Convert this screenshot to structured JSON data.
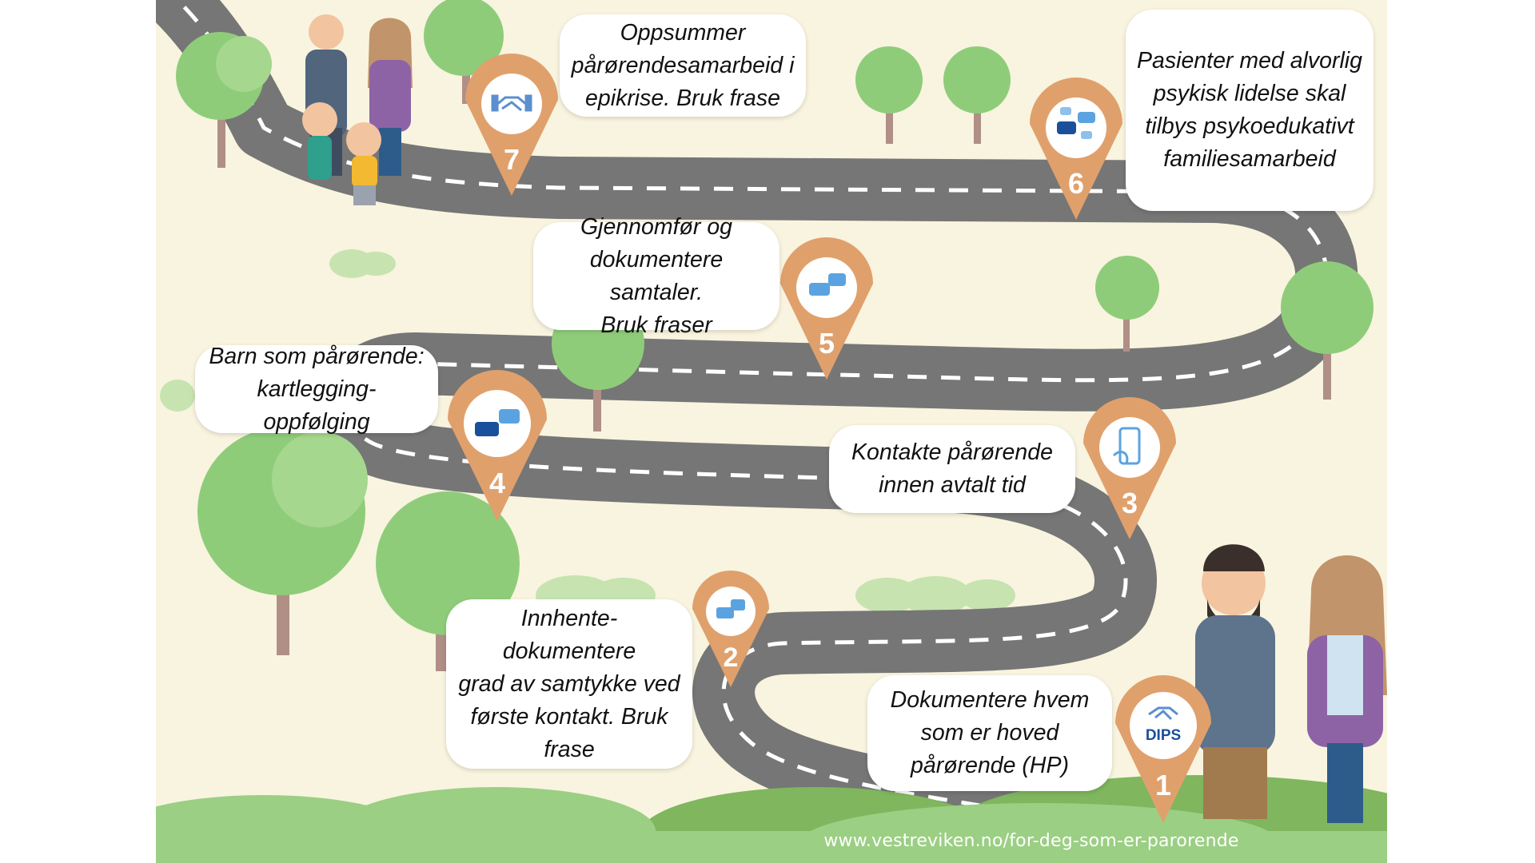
{
  "steps": [
    {
      "number": "1",
      "text": "Dokumentere hvem\nsom er hoved\npårørende (HP)",
      "icon": "handshake-icon",
      "badge": "DIPS"
    },
    {
      "number": "2",
      "text": "Innhente-dokumentere\ngrad av samtykke ved\nførste kontakt.  Bruk\nfrase",
      "icon": "chat-bubbles-icon"
    },
    {
      "number": "3",
      "text": "Kontakte pårørende\ninnen avtalt tid",
      "icon": "phone-icon"
    },
    {
      "number": "4",
      "text": "Barn som pårørende:\nkartlegging-oppfølging",
      "icon": "chat-bubbles-icon"
    },
    {
      "number": "5",
      "text": "Gjennomfør og\ndokumentere samtaler.\nBruk fraser",
      "icon": "chat-bubbles-icon"
    },
    {
      "number": "6",
      "text": "Pasienter med alvorlig\npsykisk lidelse skal\ntilbys psykoedukativt\nfamiliesamarbeid",
      "icon": "group-chat-icon"
    },
    {
      "number": "7",
      "text": "Oppsummer\npårørendesamarbeid i\nepikrise. Bruk frase",
      "icon": "handshake-icon"
    }
  ],
  "footer": {
    "url": "www.vestreviken.no/for-deg-som-er-parorende"
  },
  "colors": {
    "background": "#f8f4df",
    "road": "#767676",
    "pin": "#e0a06c",
    "tree": "#8fcc7a",
    "grass": "#9bcf84"
  }
}
